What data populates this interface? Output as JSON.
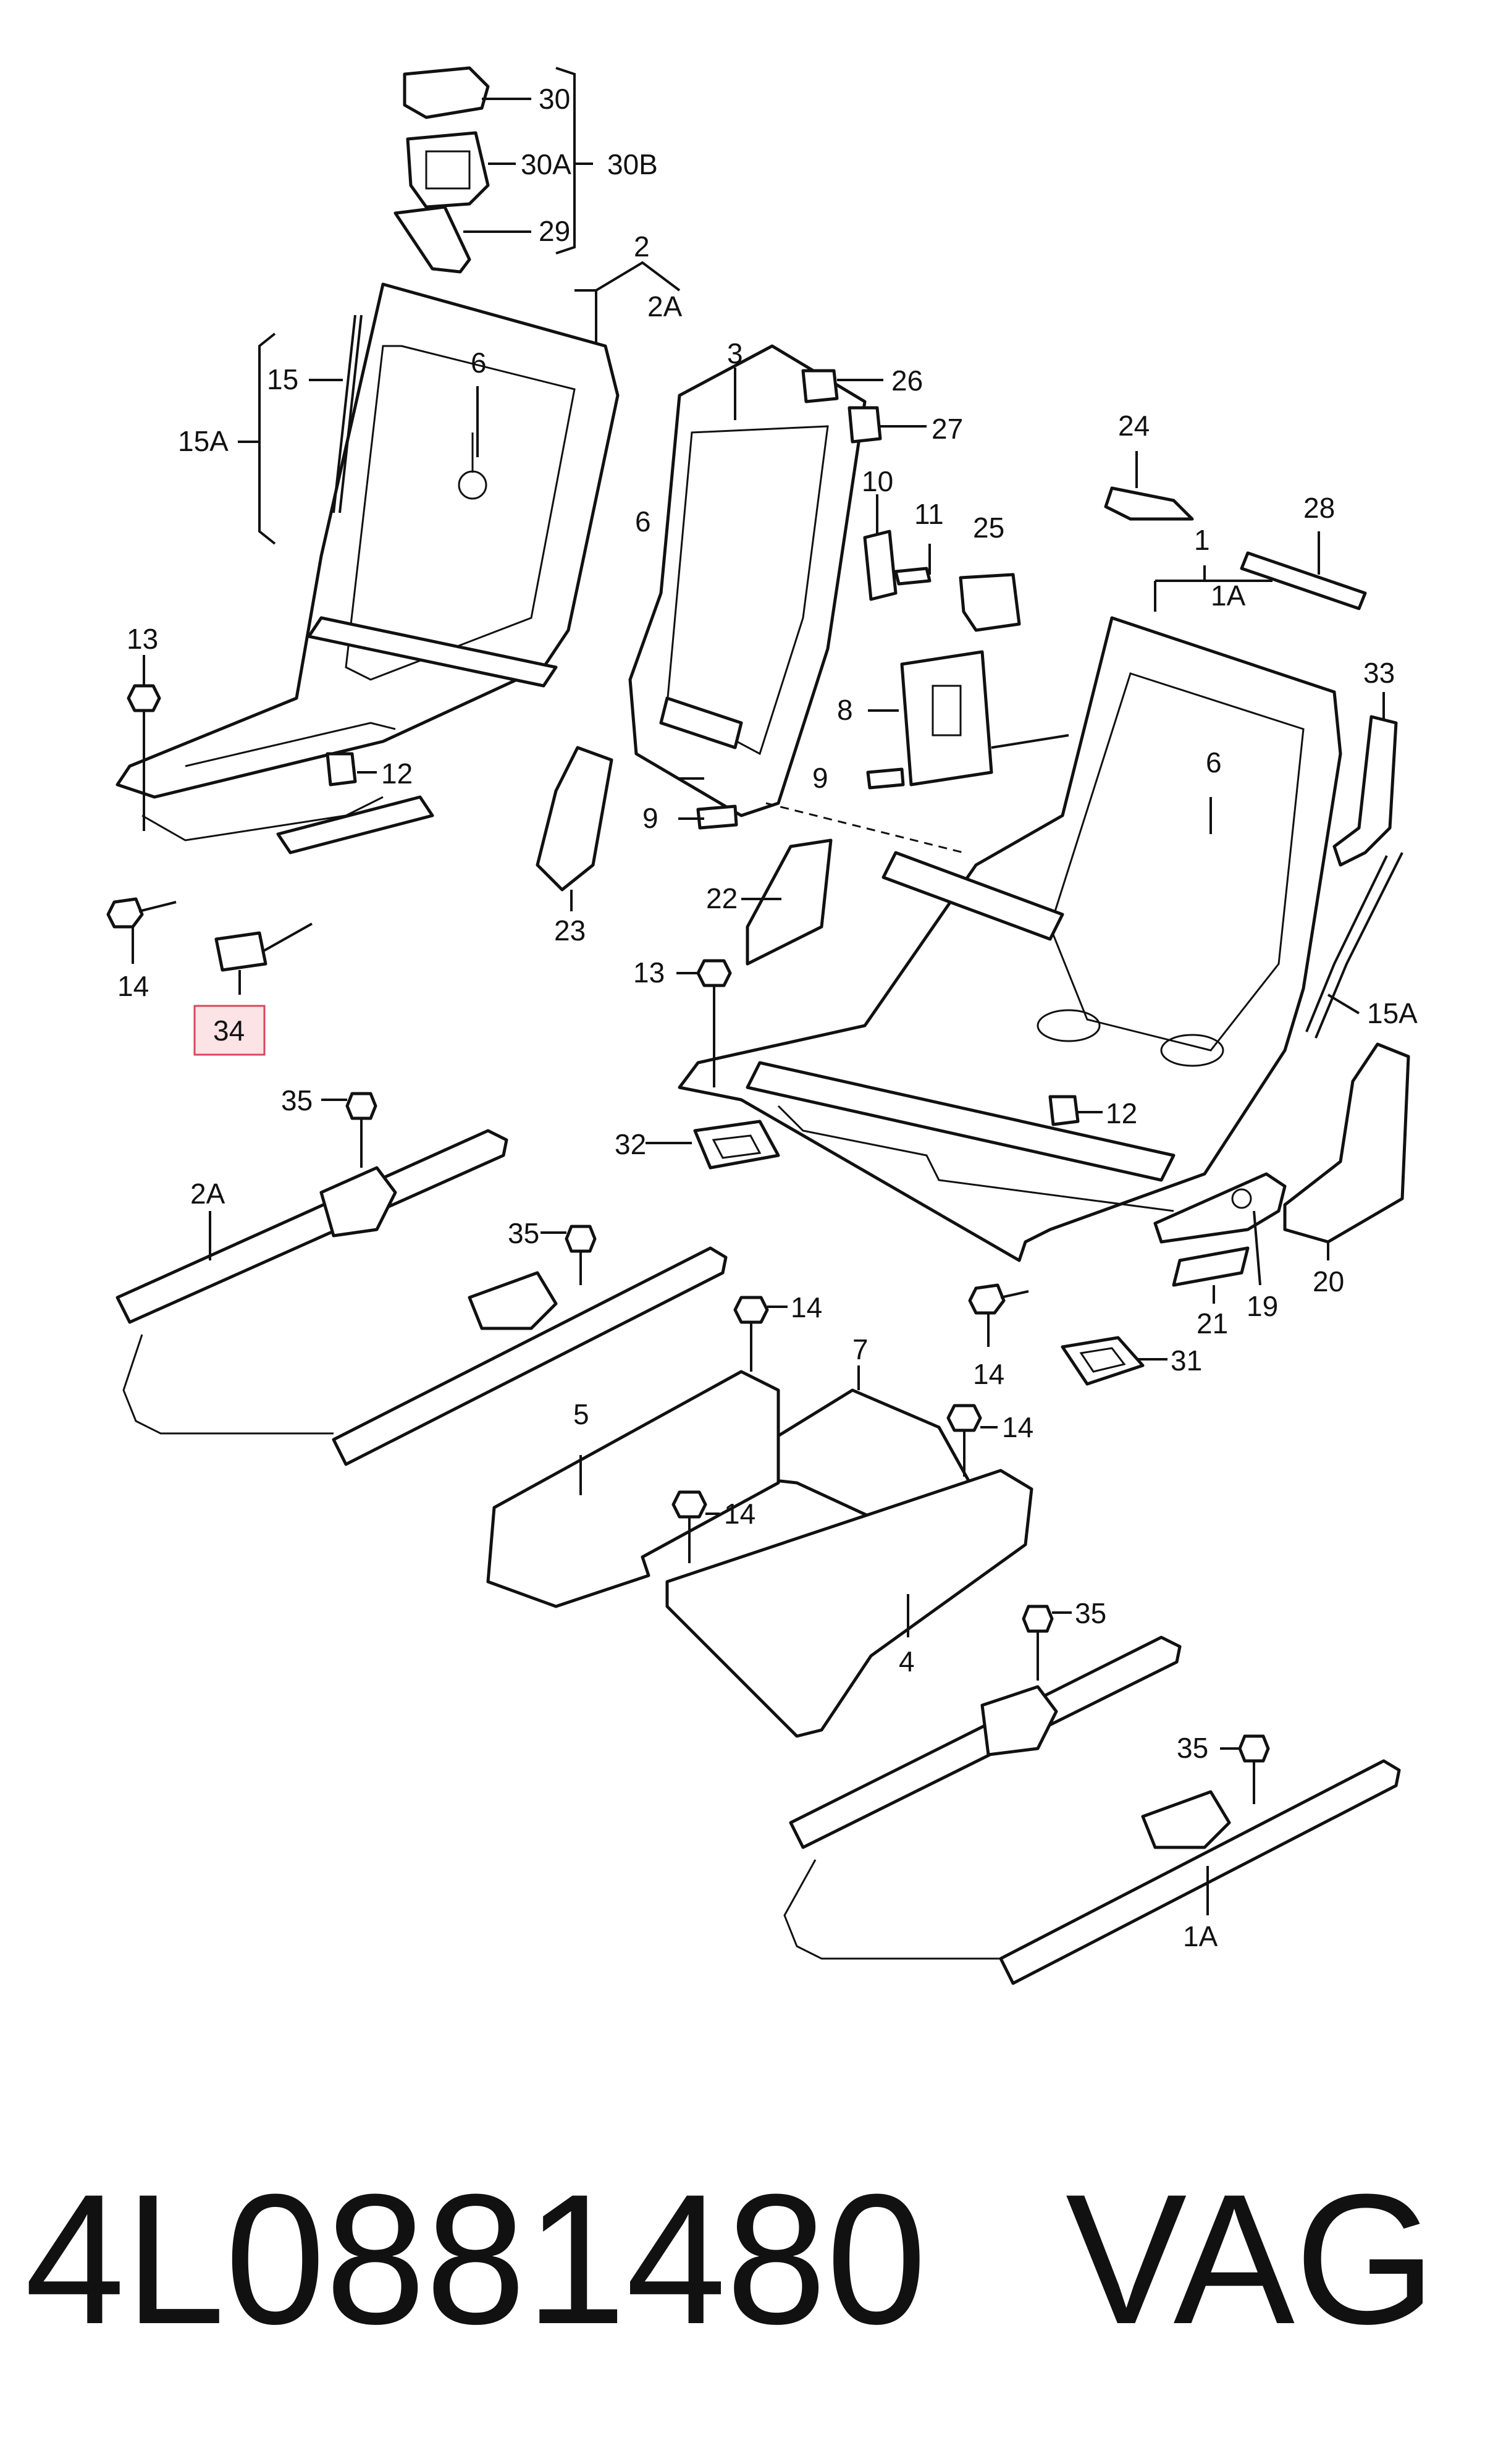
{
  "part_number": "4L0881480",
  "brand": "VAG",
  "highlighted_callout": "34",
  "highlight_color": "#fbe3e6",
  "highlight_border_color": "#d9475c",
  "callouts": {
    "c30": "30",
    "c30a": "30A",
    "c30b": "30B",
    "c29": "29",
    "c2": "2",
    "c2a_top": "2A",
    "c15": "15",
    "c15a_left": "15A",
    "c6_left": "6",
    "c13_left": "13",
    "c12_left": "12",
    "c14_left": "14",
    "c23": "23",
    "c3": "3",
    "c26": "26",
    "c27": "27",
    "c10": "10",
    "c11": "11",
    "c25": "25",
    "c6_mid": "6",
    "c8": "8",
    "c9_upper": "9",
    "c9_lower": "9",
    "c22": "22",
    "c24": "24",
    "c28": "28",
    "c1": "1",
    "c1a_top": "1A",
    "c33": "33",
    "c6_right": "6",
    "c15a_right": "15A",
    "c13_mid": "13",
    "c12_mid": "12",
    "c32": "32",
    "c35_a": "35",
    "c2a_rail": "2A",
    "c35_b": "35",
    "c14_a": "14",
    "c14_b": "14",
    "c31": "31",
    "c21": "21",
    "c19": "19",
    "c20": "20",
    "c7": "7",
    "c5": "5",
    "c14_c": "14",
    "c14_d": "14",
    "c4": "4",
    "c35_c": "35",
    "c35_d": "35",
    "c1a_rail": "1A"
  }
}
